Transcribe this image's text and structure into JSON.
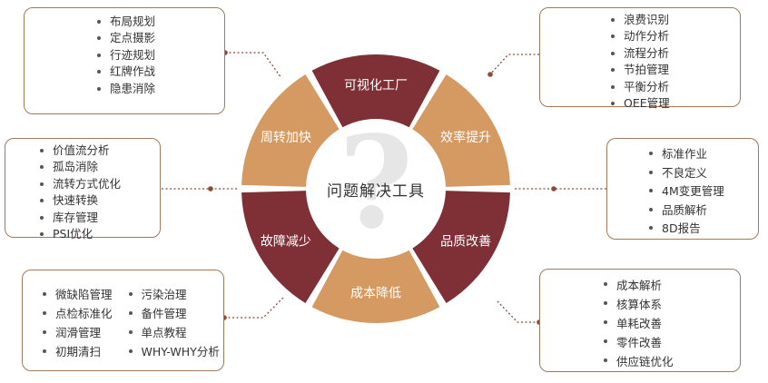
{
  "center": {
    "title": "问题解决工具",
    "icon": "question-mark-icon"
  },
  "colors": {
    "dark": "#7e3036",
    "light": "#d49a62",
    "border": "#a07a5c",
    "connector": "#8b4a3a"
  },
  "segments": [
    {
      "label": "可视化工厂",
      "color": "dark"
    },
    {
      "label": "效率提升",
      "color": "light"
    },
    {
      "label": "品质改善",
      "color": "dark"
    },
    {
      "label": "成本降低",
      "color": "light"
    },
    {
      "label": "故障减少",
      "color": "dark"
    },
    {
      "label": "周转加快",
      "color": "light"
    }
  ],
  "boxes": {
    "top_left": {
      "items": [
        "布局规划",
        "定点摄影",
        "行迹规划",
        "红牌作战",
        "隐患消除"
      ]
    },
    "mid_left": {
      "items": [
        "价值流分析",
        "孤岛消除",
        "流转方式优化",
        "快速转换",
        "库存管理",
        "PSI优化"
      ]
    },
    "bottom_left": {
      "col1": [
        "微缺陷管理",
        "点检标准化",
        "润滑管理",
        "初期清扫"
      ],
      "col2": [
        "污染治理",
        "备件管理",
        "单点教程",
        "WHY-WHY分析"
      ]
    },
    "top_right": {
      "items": [
        "浪费识别",
        "动作分析",
        "流程分析",
        "节拍管理",
        "平衡分析",
        "OEE管理"
      ]
    },
    "mid_right": {
      "items": [
        "标准作业",
        "不良定义",
        "4M变更管理",
        "品质解析",
        "8D报告"
      ]
    },
    "bottom_right": {
      "items": [
        "成本解析",
        "核算体系",
        "单耗改善",
        "零件改善",
        "供应链优化"
      ]
    }
  }
}
